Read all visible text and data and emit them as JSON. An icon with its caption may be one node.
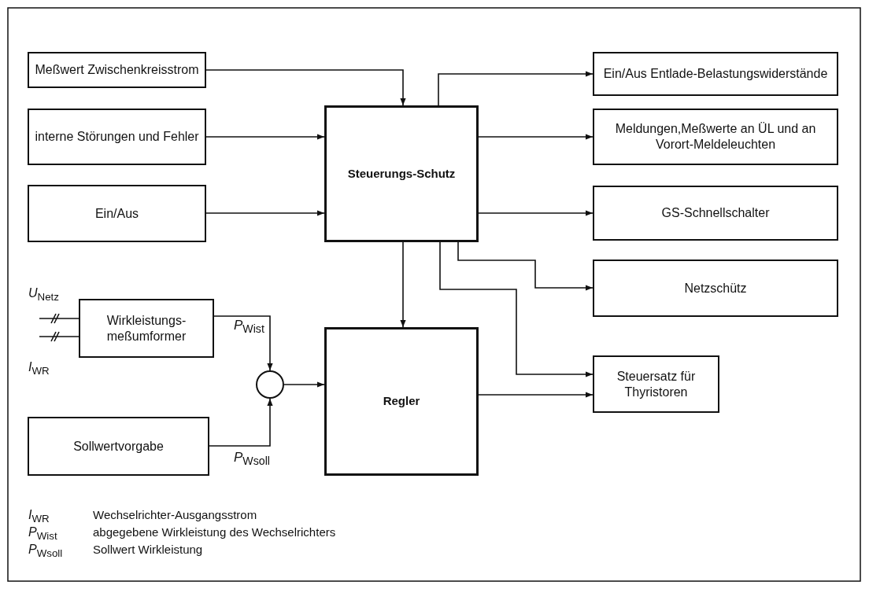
{
  "diagram": {
    "nodes": [
      {
        "text": [
          "Meßwert Zwischenkreisstrom"
        ]
      },
      {
        "text": [
          "interne Störungen und Fehler"
        ]
      },
      {
        "text": [
          "Ein/Aus"
        ]
      },
      {
        "text": [
          "Steuerungs-Schutz"
        ]
      },
      {
        "text": [
          "Ein/Aus Entlade-Belastungswiderstände"
        ]
      },
      {
        "text": [
          "Meldungen,Meßwerte an ÜL und an Vorort-Meldeleuchten"
        ]
      },
      {
        "text": [
          "GS-Schnellschalter"
        ]
      },
      {
        "text": [
          "Netzschütz"
        ]
      },
      {
        "text": [
          "Wirkleistungs-meßumformer"
        ]
      },
      {
        "text": [],
        "shape": "circle"
      },
      {
        "text": [
          "Sollwertvorgabe"
        ]
      },
      {
        "text": [
          "Regler"
        ]
      },
      {
        "text": [
          "Steuersatz für Thyristoren"
        ]
      }
    ],
    "edges": [
      {
        "from": 0,
        "to": 3,
        "arrow": "to"
      },
      {
        "from": 1,
        "to": 3,
        "arrow": "to"
      },
      {
        "from": 2,
        "to": 3,
        "arrow": "to"
      },
      {
        "from": 3,
        "to": 4,
        "arrow": "to"
      },
      {
        "from": 3,
        "to": 5,
        "arrow": "to"
      },
      {
        "from": 3,
        "to": 6,
        "arrow": "to"
      },
      {
        "from": 3,
        "to": 7,
        "arrow": "to"
      },
      {
        "from": 3,
        "to": 12,
        "arrow": "to"
      },
      {
        "from": 3,
        "to": 11,
        "arrow": "to"
      },
      {
        "from": 8,
        "to": 9,
        "arrow": "to",
        "label": "*P*$_{Wist}$"
      },
      {
        "from": 10,
        "to": 9,
        "arrow": "to",
        "label": "*P*$_{Wsoll}$"
      },
      {
        "from": 9,
        "to": 11,
        "arrow": "to"
      },
      {
        "from": 11,
        "to": 12,
        "arrow": "to"
      },
      {
        "from": null,
        "to": 8,
        "arrow": "none"
      },
      {
        "from": null,
        "to": 8,
        "arrow": "none"
      }
    ],
    "labels": [
      "*U*$_{Netz}$",
      "*I*$_{WR}$",
      "*I*$_{WR}$",
      "Wechselrichter-Ausgangsstrom",
      "*P*$_{Wist}$",
      "abgegebene Wirkleistung des Wechselrichters",
      "*P*$_{Wsoll}$",
      "Sollwert Wirkleistung"
    ]
  }
}
